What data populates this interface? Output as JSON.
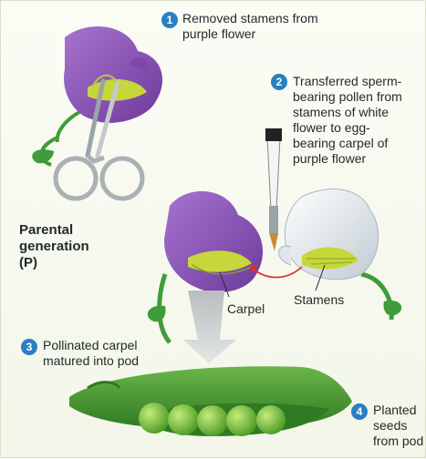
{
  "steps": [
    {
      "num": "1",
      "text": "Removed stamens from purple flower"
    },
    {
      "num": "2",
      "text": "Transferred sperm-bearing pollen from stamens of white flower to egg-bearing carpel of purple flower"
    },
    {
      "num": "3",
      "text": "Pollinated carpel matured into pod"
    },
    {
      "num": "4",
      "text": "Planted seeds from pod"
    }
  ],
  "side_label": {
    "line1": "Parental",
    "line2": "generation",
    "line3": "(P)"
  },
  "labels": {
    "carpel": "Carpel",
    "stamens": "Stamens"
  },
  "colors": {
    "badge": "#2a7fc2",
    "purple_petal": "#8a52b8",
    "white_petal": "#e8eef2",
    "stem": "#3f9c3a",
    "pod": "#3c8f2c",
    "pollen": "#c7d63a",
    "arrow": "#d9342b"
  }
}
